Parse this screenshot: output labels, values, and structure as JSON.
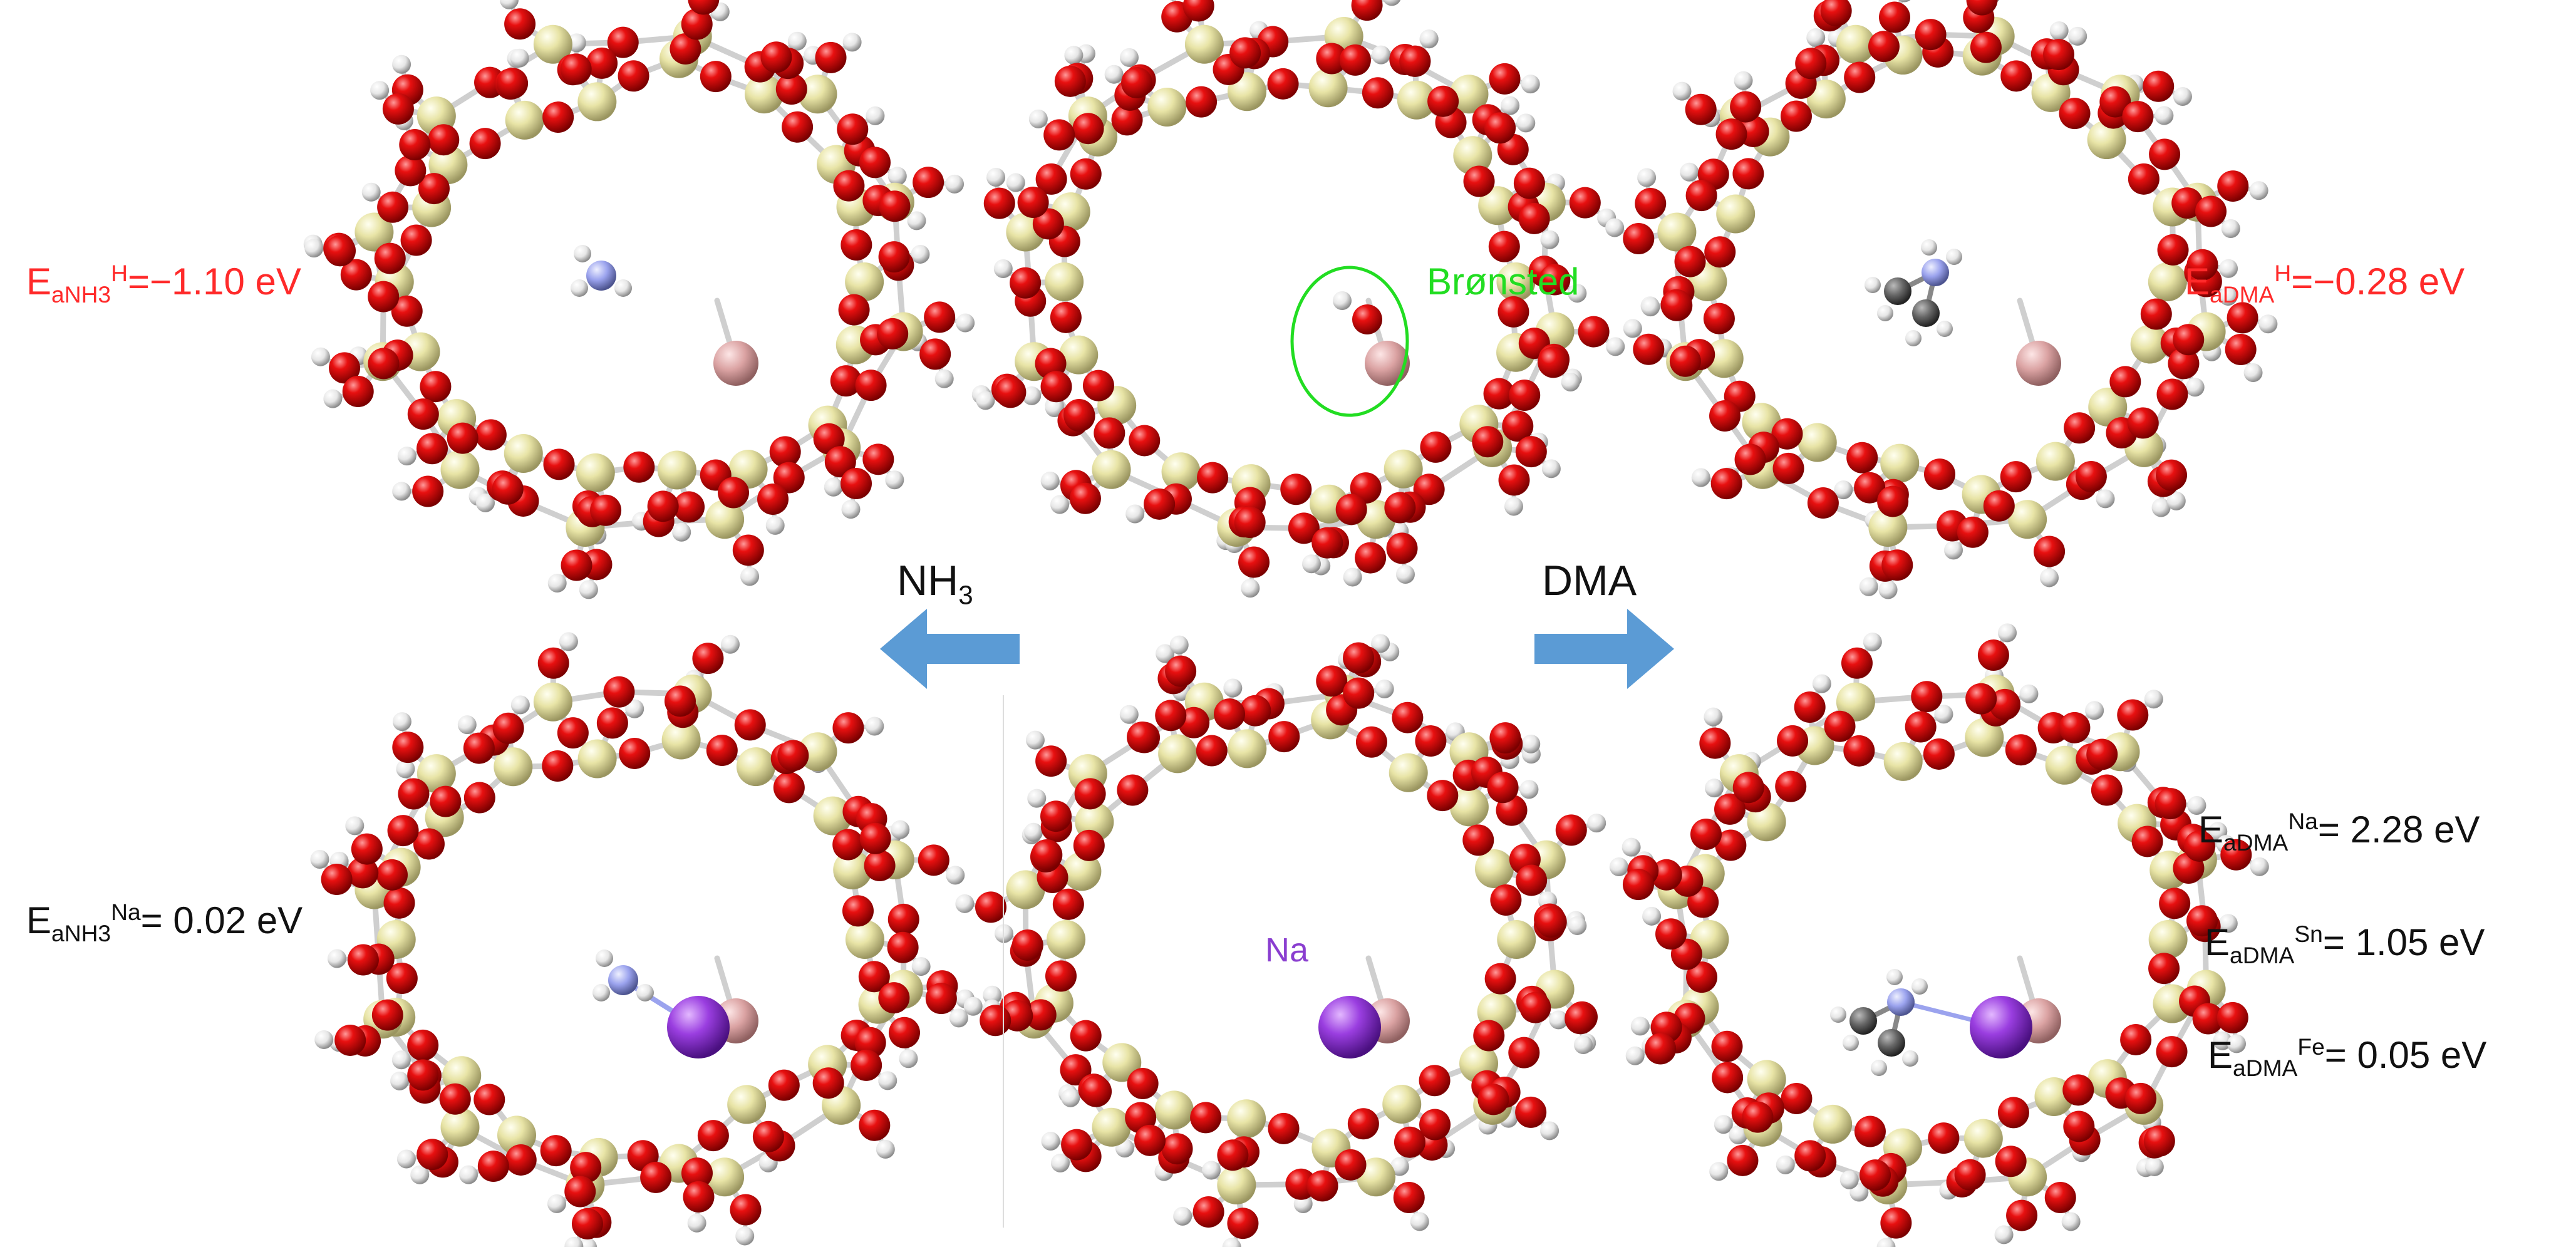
{
  "colors": {
    "oxygen": "#e00000",
    "silicon": "#e8e4a6",
    "hydrogen": "#f2f2f2",
    "aluminum": "#e7b5b5",
    "sodium": "#9a3ee0",
    "nitrogen": "#9ba3ee",
    "carbon": "#555555",
    "arrow": "#5b9bd5",
    "bronsted": "#22dd22",
    "energy_red": "#ff2a2a"
  },
  "labels": {
    "nh3_h": {
      "E": "E",
      "sub": "aNH3",
      "sup": "H",
      "value": "=−1.10 eV"
    },
    "dma_h": {
      "E": "E",
      "sub": "aDMA",
      "sup": "H",
      "value": "=−0.28 eV"
    },
    "nh3_na": {
      "E": "E",
      "sub": "aNH3",
      "sup": "Na",
      "value": "= 0.02 eV"
    },
    "dma_na": {
      "E": "E",
      "sub": "aDMA",
      "sup": "Na",
      "value": "= 2.28 eV"
    },
    "dma_sn": {
      "E": "E",
      "sub": "aDMA",
      "sup": "Sn",
      "value": "= 1.05 eV"
    },
    "dma_fe": {
      "E": "E",
      "sub": "aDMA",
      "sup": "Fe",
      "value": "= 0.05 eV"
    },
    "bronsted": "Brønsted",
    "na_atom": "Na"
  },
  "arrows": {
    "left": {
      "label_main": "NH",
      "label_sub": "3"
    },
    "right": {
      "label": "DMA"
    }
  }
}
